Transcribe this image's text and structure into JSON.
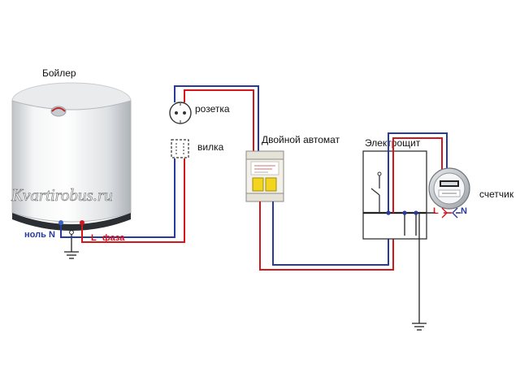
{
  "labels": {
    "boiler": "Бойлер",
    "socket": "розетка",
    "plug": "вилка",
    "double_breaker": "Двойной автомат",
    "panel": "Электрощит",
    "meter": "счетчик",
    "neutral": "ноль",
    "neutral_letter": "N",
    "phase_letter": "L",
    "phase": "фаза",
    "meter_l": "L",
    "meter_n": "N"
  },
  "watermark": "Kvartirobus.ru",
  "colors": {
    "phase_wire": "#d4161c",
    "neutral_wire": "#2a3a9c",
    "ground_wire": "#222222",
    "breaker_body": "#f3f1ea",
    "breaker_toggle": "#f2d51c"
  }
}
